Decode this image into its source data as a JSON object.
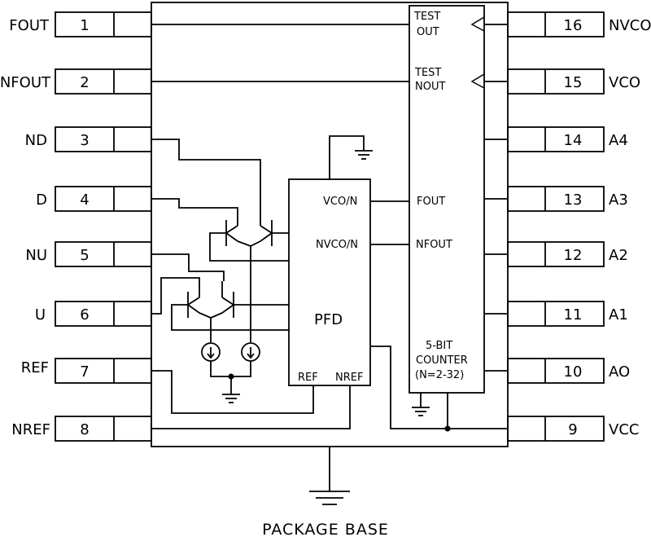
{
  "pins_left": [
    {
      "num": "1",
      "name": "FOUT"
    },
    {
      "num": "2",
      "name": "NFOUT"
    },
    {
      "num": "3",
      "name": "ND"
    },
    {
      "num": "4",
      "name": "D"
    },
    {
      "num": "5",
      "name": "NU"
    },
    {
      "num": "6",
      "name": "U"
    },
    {
      "num": "7",
      "name": "REF"
    },
    {
      "num": "8",
      "name": "NREF"
    }
  ],
  "pins_right": [
    {
      "num": "16",
      "name": "NVCO"
    },
    {
      "num": "15",
      "name": "VCO"
    },
    {
      "num": "14",
      "name": "A4"
    },
    {
      "num": "13",
      "name": "A3"
    },
    {
      "num": "12",
      "name": "A2"
    },
    {
      "num": "11",
      "name": "A1"
    },
    {
      "num": "10",
      "name": "AO"
    },
    {
      "num": "9",
      "name": "VCC"
    }
  ],
  "counter": {
    "test_out_1": "TEST",
    "test_out_2": "OUT",
    "test_nout_1": "TEST",
    "test_nout_2": "NOUT",
    "fout": "FOUT",
    "nfout": "NFOUT",
    "line1": "5-BIT",
    "line2": "COUNTER",
    "line3": "(N=2-32)"
  },
  "pfd": {
    "vco_n": "VCO/N",
    "nvco_n": "NVCO/N",
    "title": "PFD",
    "ref": "REF",
    "nref": "NREF"
  },
  "package_base": "PACKAGE BASE"
}
